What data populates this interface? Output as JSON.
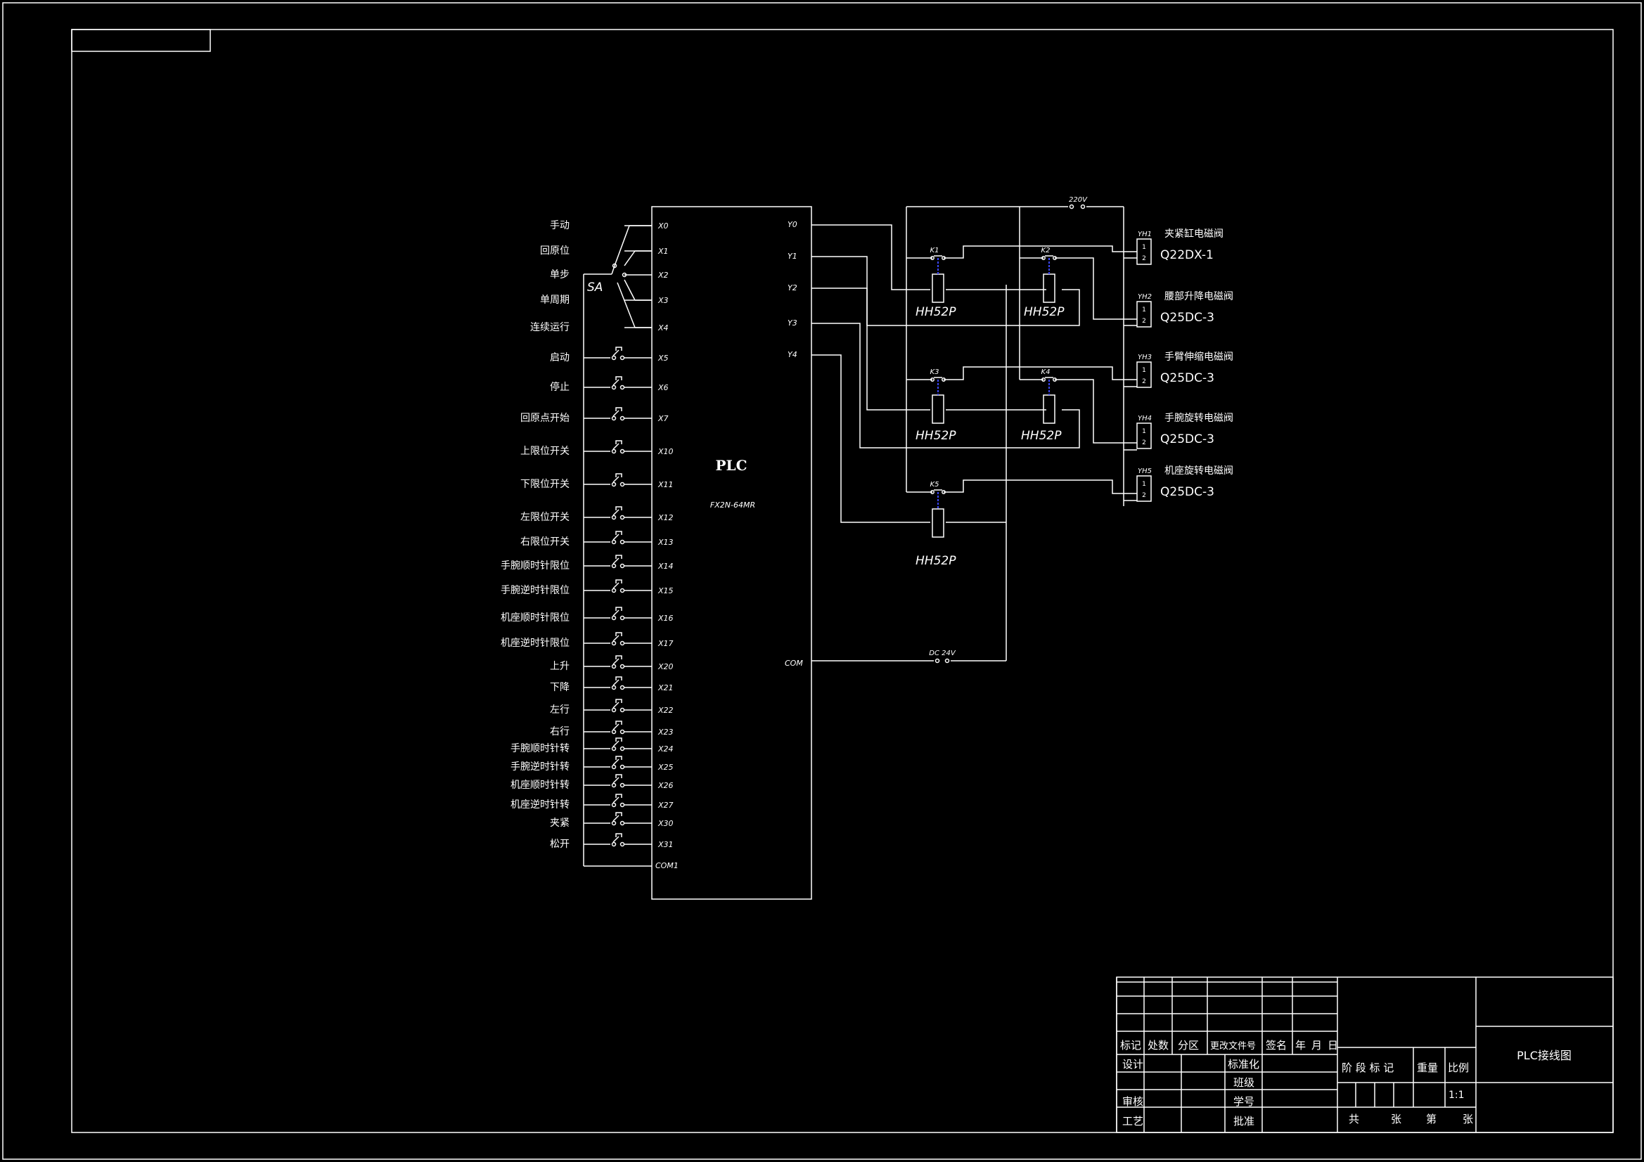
{
  "colors": {
    "background": "#000000",
    "line": "#ffffff",
    "relay_link": "#3b46ff"
  },
  "plc": {
    "title": "PLC",
    "model": "FX2N-64MR",
    "selector_label": "SA",
    "inputs": [
      {
        "label": "手动",
        "terminal": "X0",
        "kind": "selector"
      },
      {
        "label": "回原位",
        "terminal": "X1",
        "kind": "selector"
      },
      {
        "label": "单步",
        "terminal": "X2",
        "kind": "selector"
      },
      {
        "label": "单周期",
        "terminal": "X3",
        "kind": "selector"
      },
      {
        "label": "连续运行",
        "terminal": "X4",
        "kind": "selector"
      },
      {
        "label": "启动",
        "terminal": "X5",
        "kind": "button"
      },
      {
        "label": "停止",
        "terminal": "X6",
        "kind": "button"
      },
      {
        "label": "回原点开始",
        "terminal": "X7",
        "kind": "button"
      },
      {
        "label": "上限位开关",
        "terminal": "X10",
        "kind": "button"
      },
      {
        "label": "下限位开关",
        "terminal": "X11",
        "kind": "button"
      },
      {
        "label": "左限位开关",
        "terminal": "X12",
        "kind": "button"
      },
      {
        "label": "右限位开关",
        "terminal": "X13",
        "kind": "button"
      },
      {
        "label": "手腕顺时针限位",
        "terminal": "X14",
        "kind": "button"
      },
      {
        "label": "手腕逆时针限位",
        "terminal": "X15",
        "kind": "button"
      },
      {
        "label": "机座顺时针限位",
        "terminal": "X16",
        "kind": "button"
      },
      {
        "label": "机座逆时针限位",
        "terminal": "X17",
        "kind": "button"
      },
      {
        "label": "上升",
        "terminal": "X20",
        "kind": "button"
      },
      {
        "label": "下降",
        "terminal": "X21",
        "kind": "button"
      },
      {
        "label": "左行",
        "terminal": "X22",
        "kind": "button"
      },
      {
        "label": "右行",
        "terminal": "X23",
        "kind": "button"
      },
      {
        "label": "手腕顺时针转",
        "terminal": "X24",
        "kind": "button"
      },
      {
        "label": "手腕逆时针转",
        "terminal": "X25",
        "kind": "button"
      },
      {
        "label": "机座顺时针转",
        "terminal": "X26",
        "kind": "button"
      },
      {
        "label": "机座逆时针转",
        "terminal": "X27",
        "kind": "button"
      },
      {
        "label": "夹紧",
        "terminal": "X30",
        "kind": "button"
      },
      {
        "label": "松开",
        "terminal": "X31",
        "kind": "button"
      }
    ],
    "input_common": "COM1",
    "outputs": [
      "Y0",
      "Y1",
      "Y2",
      "Y3",
      "Y4"
    ],
    "output_common": "COM"
  },
  "power": {
    "ac": "220V",
    "dc": "DC 24V"
  },
  "relays": [
    {
      "contact": "K1",
      "coil_label": "HH52P"
    },
    {
      "contact": "K2",
      "coil_label": "HH52P"
    },
    {
      "contact": "K3",
      "coil_label": "HH52P"
    },
    {
      "contact": "K4",
      "coil_label": "HH52P"
    },
    {
      "contact": "K5",
      "coil_label": "HH52P"
    }
  ],
  "valves": [
    {
      "tag": "YH1",
      "name": "夹紧缸电磁阀",
      "model": "Q22DX-1",
      "pin1": "1",
      "pin2": "2"
    },
    {
      "tag": "YH2",
      "name": "腰部升降电磁阀",
      "model": "Q25DC-3",
      "pin1": "1",
      "pin2": "2"
    },
    {
      "tag": "YH3",
      "name": "手臂伸缩电磁阀",
      "model": "Q25DC-3",
      "pin1": "1",
      "pin2": "2"
    },
    {
      "tag": "YH4",
      "name": "手腕旋转电磁阀",
      "model": "Q25DC-3",
      "pin1": "1",
      "pin2": "2"
    },
    {
      "tag": "YH5",
      "name": "机座旋转电磁阀",
      "model": "Q25DC-3",
      "pin1": "1",
      "pin2": "2"
    }
  ],
  "title_block": {
    "drawing_title": "PLC接线图",
    "row_headers": [
      "标记",
      "处数",
      "分区",
      "更改文件号",
      "签名",
      "年",
      "月",
      "日"
    ],
    "design": "设计",
    "standardize": "标准化",
    "class": "班级",
    "review": "审核",
    "student_no": "学号",
    "process": "工艺",
    "approve": "批准",
    "stage_mark": "阶 段 标 记",
    "weight": "重量",
    "scale": "比例",
    "scale_value": "1:1",
    "sheets": [
      "共",
      "张",
      "第",
      "张"
    ]
  }
}
